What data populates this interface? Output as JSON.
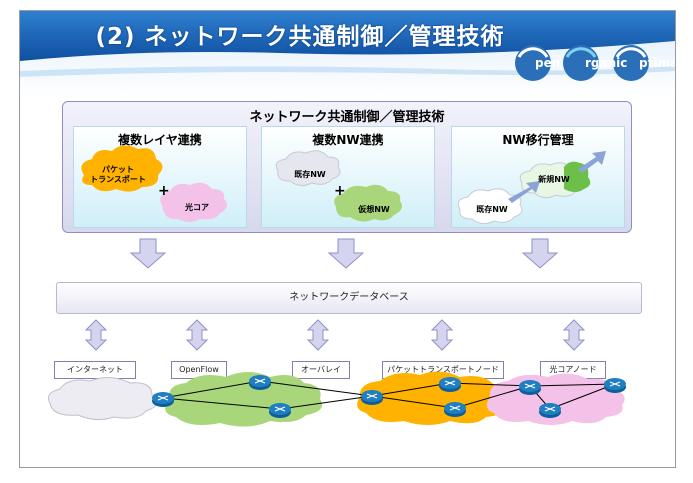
{
  "title": "(2) ネットワーク共通制御／管理技術",
  "logo": {
    "parts": [
      "pen",
      "rganic",
      "ptima"
    ]
  },
  "panel": {
    "title": "ネットワーク共通制御／管理技術",
    "columns": [
      {
        "title": "複数レイヤ連携",
        "cloud_a": "パケット\nトランスポート",
        "cloud_b": "光コア",
        "plus": "+"
      },
      {
        "title": "複数NW連携",
        "cloud_a": "既存NW",
        "cloud_b": "仮想NW",
        "plus": "+"
      },
      {
        "title": "NW移行管理",
        "cloud_a": "既存NW",
        "cloud_b": "新規NW"
      }
    ]
  },
  "database": "ネットワークデータベース",
  "networks": [
    "インターネット",
    "OpenFlow",
    "オーバレイ",
    "パケットトランスポートノード",
    "光コアノード"
  ],
  "colors": {
    "header": "#1a5fb4",
    "cloud_orange": "#ffb300",
    "cloud_pink": "#f4c2e8",
    "cloud_green": "#a9d67a",
    "router": "#1f7fc0",
    "arrow": "#c8c8ea"
  }
}
